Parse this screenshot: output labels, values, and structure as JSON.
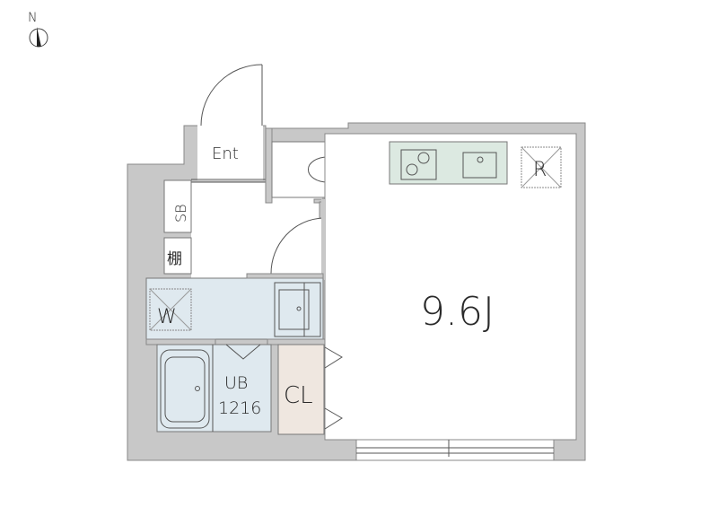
{
  "compass": {
    "label": "N"
  },
  "rooms": {
    "entrance": "Ent",
    "shoe_box": "SB",
    "shelf": "棚",
    "washer": "W",
    "bath_name": "UB",
    "bath_size": "1216",
    "closet": "CL",
    "main_room": "9.6J",
    "fridge": "R"
  },
  "colors": {
    "wall": "#c8c8c8",
    "kitchen": "#dce9e1",
    "wet_area": "#dfe9ef",
    "closet": "#efe7e0"
  }
}
